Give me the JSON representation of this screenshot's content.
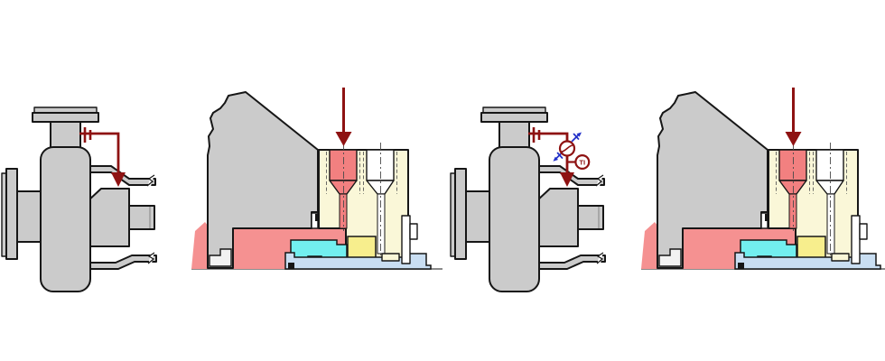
{
  "instruments": {
    "ti_label": "TI"
  },
  "panels": [
    {
      "name": "pump-side-view-orifice-flush"
    },
    {
      "name": "seal-chamber-cross-section"
    },
    {
      "name": "pump-side-view-orifice-cooler-flush"
    },
    {
      "name": "seal-chamber-cross-section"
    }
  ],
  "symbols": {
    "orifice": "double-bar-restriction",
    "cooler": "circle-with-coil",
    "temperature_indicator": "TI-circle",
    "cooling_water_out": "blue-arrow-up-right",
    "cooling_water_in": "blue-arrow-down-left",
    "flush_flow": "dark-red-arrow-down"
  },
  "colors": {
    "background": "#ffffff",
    "line": "#161616",
    "pump_gray": "#cbcbcb",
    "foot_gray": "#f2f2f2",
    "pipe_red": "#8e1212",
    "fluid_pink": "#f59191",
    "port_red": "#f28080",
    "gland_cream": "#faf7d8",
    "seal_yellow": "#f7ee8d",
    "seal_cyan": "#72efef",
    "sleeve_blue": "#c9def2",
    "cooling_blue": "#2230c8",
    "ground_gray": "#7a7a7a"
  }
}
